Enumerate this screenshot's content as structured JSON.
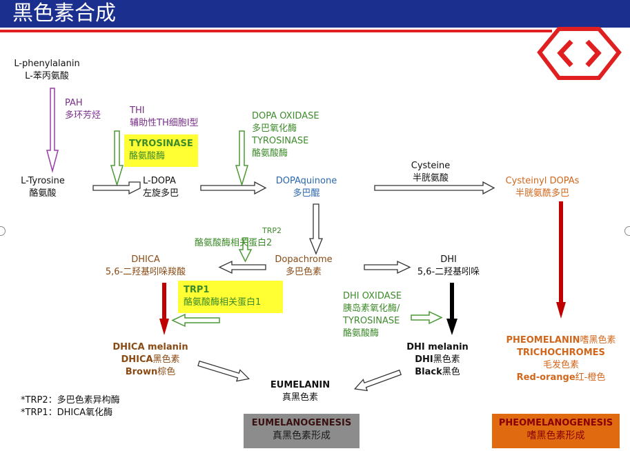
{
  "colors": {
    "header_blue": "#1b2f8f",
    "header_red": "#e02020",
    "arrow_purple": "#9a3aa8",
    "arrow_green": "#4a9a34",
    "arrow_darkred": "#c00000",
    "arrow_black": "#000000",
    "highlight_yellow": "#ffff33",
    "eumelanogenesis_box": "#8c8c8c",
    "pheomelanogenesis_box": "#e06a10"
  },
  "header": {
    "title": "黑色素合成",
    "logo_icon": "hexagon-logo-icon"
  },
  "nodes": {
    "phenylalanine": {
      "en": "L-phenylalanin",
      "cn": "L-苯丙氨酸"
    },
    "tyrosine": {
      "en": "L-Tyrosine",
      "cn": "酪氨酸"
    },
    "ldopa": {
      "en": "L-DOPA",
      "cn": "左旋多巴"
    },
    "dopaquinone": {
      "en": "DOPAquinone",
      "cn": "多巴醌"
    },
    "cysteine": {
      "en": "Cysteine",
      "cn": "半胱氨酸"
    },
    "cysteinyl": {
      "en": "Cysteinyl DOPAs",
      "cn": "半胱氨酰多巴"
    },
    "dopachrome": {
      "en": "Dopachrome",
      "cn": "多巴色素"
    },
    "dhica": {
      "en": "DHICA",
      "cn": "5,6-二羟基吲哚羧酸"
    },
    "dhi": {
      "en": "DHI",
      "cn": "5,6-二羟基吲哚"
    },
    "dhica_melanin": {
      "line1": "DHICA melanin",
      "line2_en": "DHICA",
      "line2_cn": "黑色素",
      "line3_en": "Brown",
      "line3_cn": "棕色"
    },
    "dhi_melanin": {
      "line1": "DHI melanin",
      "line2_en": "DHI",
      "line2_cn": "黑色素",
      "line3_en": "Black",
      "line3_cn": "黑色"
    },
    "eumelanin": {
      "en": "EUMELANIN",
      "cn": "真黑色素"
    },
    "pheomelanin": {
      "line1_en": "PHEOMELANIN",
      "line1_cn": "嗜黑色素",
      "line2": "TRICHOCHROMES",
      "line3": "毛发色素",
      "line4_en": "Red-orange",
      "line4_cn": "红-橙色"
    }
  },
  "enzymes": {
    "pah": {
      "en": "PAH",
      "cn": "多环芳烃"
    },
    "thi": {
      "en": "THI",
      "cn": "辅助性TH细胞I型"
    },
    "tyrosinase_hl": {
      "en": "TYROSINASE",
      "cn": "酪氨酸酶"
    },
    "dopa_oxidase": {
      "line1": "DOPA OXIDASE",
      "line2": "多巴氧化酶",
      "line3": "TYROSINASE",
      "line4": "酪氨酸酶"
    },
    "trp2": {
      "en": "TRP2",
      "cn": "酪氨酸酶相关蛋白2"
    },
    "trp1_hl": {
      "en": "TRP1",
      "cn": "酪氨酸酶相关蛋白1"
    },
    "dhi_oxidase": {
      "line1": "DHI OXIDASE",
      "line2": "胰岛素氧化酶/",
      "line3": "TYROSINASE",
      "line4": "酪氨酸酶"
    }
  },
  "notes": [
    "*TRP2：多巴色素异构酶",
    "*TRP1：DHICA氧化酶"
  ],
  "footer_boxes": {
    "eumelanogenesis": {
      "en": "EUMELANOGENESIS",
      "cn": "真黑色素形成"
    },
    "pheomelanogenesis": {
      "en": "PHEOMELANOGENESIS",
      "cn": "嗜黑色素形成"
    }
  }
}
